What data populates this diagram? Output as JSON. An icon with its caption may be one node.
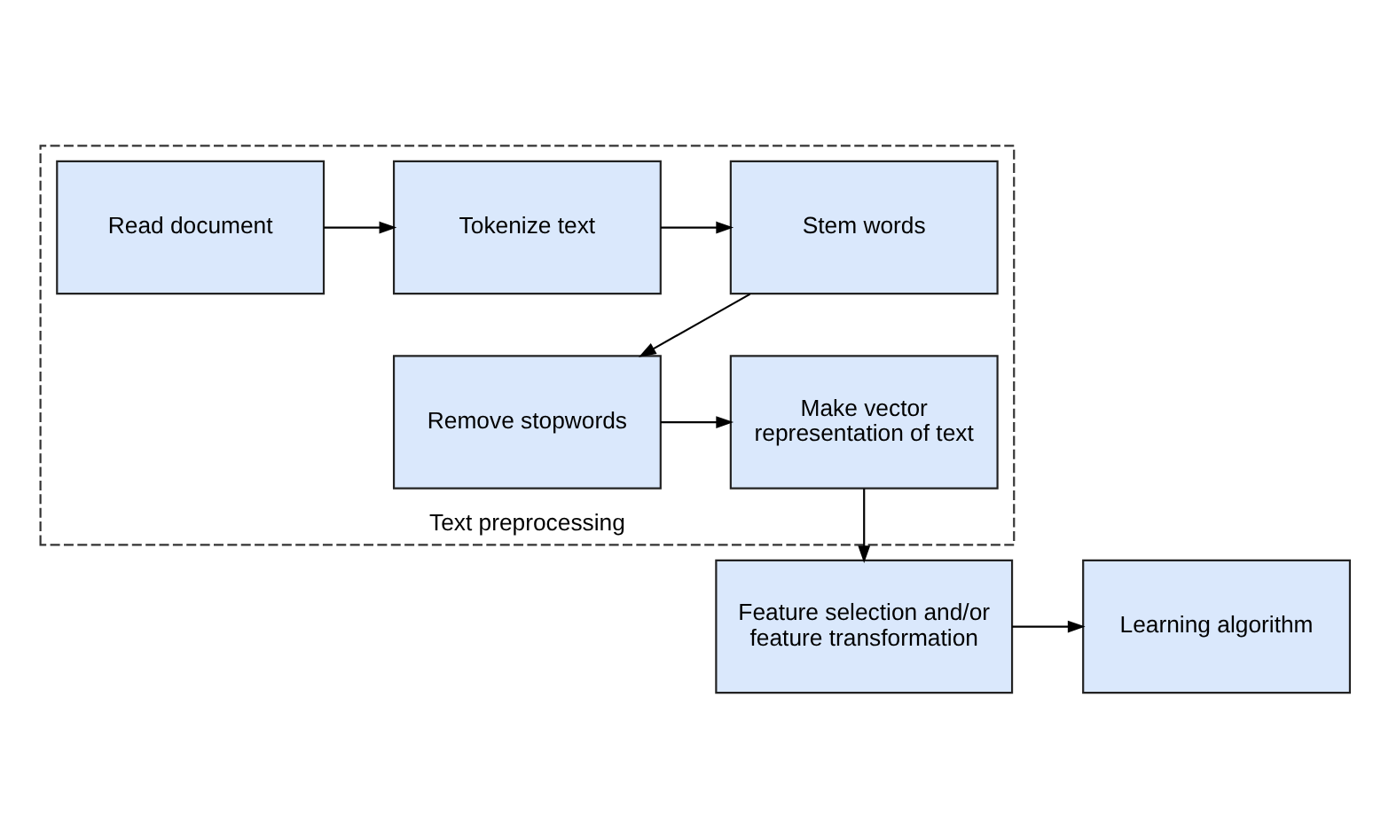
{
  "diagram": {
    "nodes": [
      {
        "text": [
          "Text preprocessing"
        ]
      },
      {
        "text": [
          "Read document"
        ],
        "in": 0
      },
      {
        "text": [
          "Tokenize text"
        ],
        "in": 0
      },
      {
        "text": [
          "Stem words"
        ],
        "in": 0
      },
      {
        "text": [
          "Make vector representation of text"
        ],
        "in": 0
      },
      {
        "text": [
          "Remove stopwords"
        ],
        "in": 0
      },
      {
        "text": [
          "Feature selection and/or feature transformation"
        ]
      },
      {
        "text": [
          "Learning algorithm"
        ]
      }
    ],
    "edges": [
      {
        "from": 1,
        "to": 2,
        "arrow": "to"
      },
      {
        "from": 2,
        "to": 3,
        "arrow": "to"
      },
      {
        "from": 3,
        "to": 5,
        "arrow": "to"
      },
      {
        "from": 5,
        "to": 4,
        "arrow": "to"
      },
      {
        "from": 4,
        "to": 6,
        "arrow": "to"
      },
      {
        "from": 6,
        "to": 7,
        "arrow": "to"
      }
    ]
  }
}
